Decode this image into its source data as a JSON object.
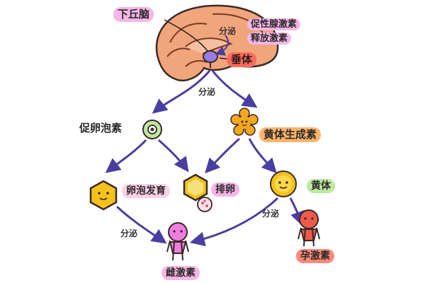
{
  "labels": {
    "hypothalamus": "下丘脑",
    "gnrh_line1": "促性腺激素",
    "gnrh_line2": "释放激素",
    "secrete_top": "分泌",
    "pituitary": "垂体",
    "secrete_mid": "分泌",
    "fsh": "促卵泡素",
    "lh": "黄体生成素",
    "follicle_development": "卵泡发育",
    "ovulation": "排卵",
    "corpus_luteum": "黄体",
    "secrete_left": "分泌",
    "secrete_right": "分泌",
    "estrogen": "雌激素",
    "progesterone": "孕激素"
  },
  "colors": {
    "arrow": "#4a3fa0",
    "brain": "#f0a57a",
    "brain_dark": "#7a3a2a",
    "pink_highlight": "#f7b6e8",
    "red_highlight": "#ff6b5b",
    "yellow_cell": "#f5c21b",
    "orange_highlight": "#ffb46a",
    "green_highlight": "#bfe8a0",
    "estrogen_figure": "#f07ee0",
    "progesterone_figure": "#f05a4a"
  }
}
